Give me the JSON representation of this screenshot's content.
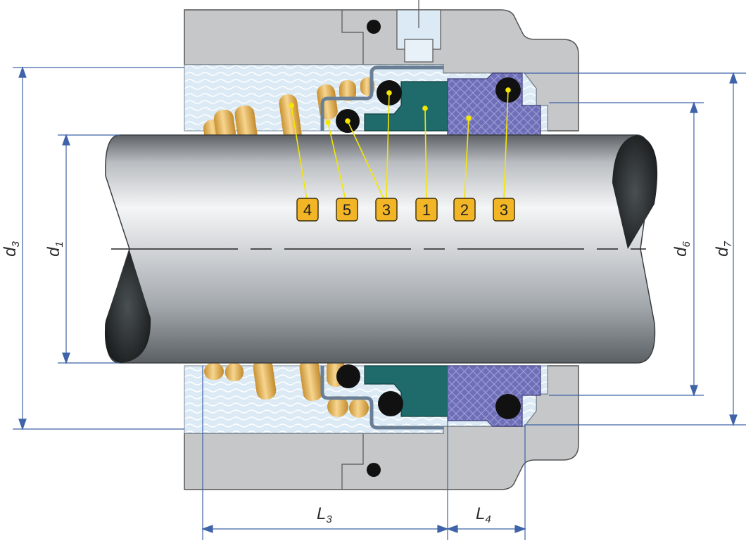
{
  "dimensions": {
    "d3": {
      "main": "d",
      "sub": "3"
    },
    "d1": {
      "main": "d",
      "sub": "1"
    },
    "d6": {
      "main": "d",
      "sub": "6"
    },
    "d7": {
      "main": "d",
      "sub": "7"
    },
    "L3": {
      "main": "L",
      "sub": "3"
    },
    "L4": {
      "main": "L",
      "sub": "4"
    }
  },
  "callouts": [
    {
      "label": "4",
      "part": "spring"
    },
    {
      "label": "5",
      "part": "metal-retainer"
    },
    {
      "label": "3",
      "part": "o-ring"
    },
    {
      "label": "1",
      "part": "rotating-seal-face"
    },
    {
      "label": "2",
      "part": "stationary-seat"
    },
    {
      "label": "3",
      "part": "o-ring"
    }
  ],
  "colors": {
    "housing": "#c6c7c9",
    "fluid": "#dbeaf5",
    "spring": "#e3b45a",
    "seal_face": "#1f6b6b",
    "seat": "#6f6fb8",
    "o_ring": "#111111",
    "dimension_line": "#3f63a8",
    "callout_box": "#f2b526",
    "leader": "#f6e600"
  }
}
